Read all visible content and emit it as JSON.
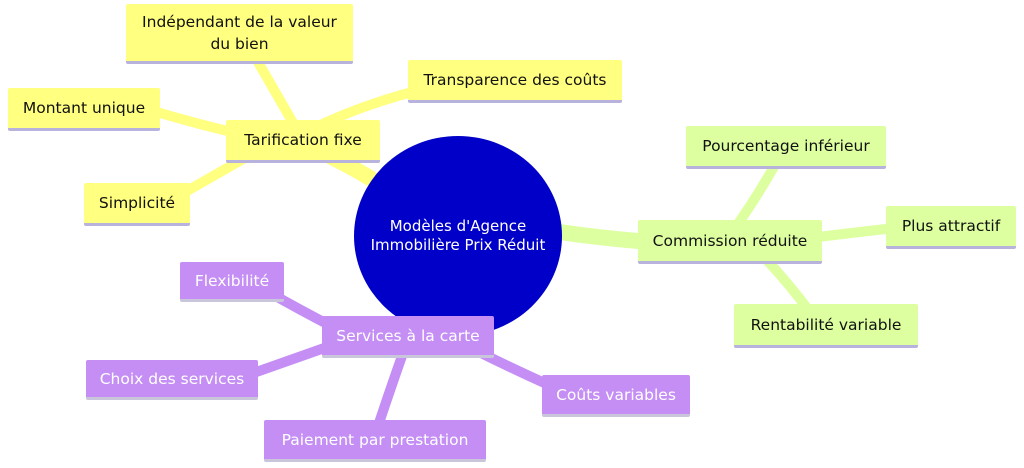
{
  "diagram": {
    "center": {
      "label": "Modèles d'Agence\nImmobilière Prix Réduit",
      "color": "#0000c8"
    },
    "branches": [
      {
        "label": "Tarification fixe",
        "color": "#ffff80",
        "children": [
          "Indépendant de la valeur\ndu bien",
          "Transparence des coûts",
          "Montant unique",
          "Simplicité"
        ]
      },
      {
        "label": "Commission réduite",
        "color": "#ddff9f",
        "children": [
          "Pourcentage inférieur",
          "Plus attractif",
          "Rentabilité variable"
        ]
      },
      {
        "label": "Services à la carte",
        "color": "#c48ef5",
        "children": [
          "Flexibilité",
          "Choix des services",
          "Paiement par prestation",
          "Coûts variables"
        ]
      }
    ]
  }
}
